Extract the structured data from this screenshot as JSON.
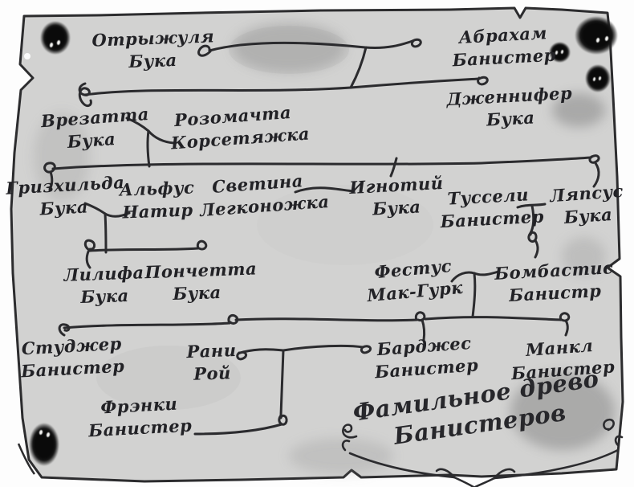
{
  "title": {
    "line1": "Фамильное древо",
    "line2": "Банистеров"
  },
  "people": [
    {
      "line1": "Отрыжуля",
      "line2": "Бука"
    },
    {
      "line1": "Абрахам",
      "line2": "Банистер"
    },
    {
      "line1": "Дженнифер",
      "line2": "Бука"
    },
    {
      "line1": "Врезатта",
      "line2": "Бука"
    },
    {
      "line1": "Розомачта",
      "line2": "Корсетяжка"
    },
    {
      "line1": "Гризхильда",
      "line2": "Бука"
    },
    {
      "line1": "Альфус",
      "line2": "Натир"
    },
    {
      "line1": "Светина",
      "line2": "Легконожка"
    },
    {
      "line1": "Игнотий",
      "line2": "Бука"
    },
    {
      "line1": "Туссели",
      "line2": "Банистер"
    },
    {
      "line1": "Ляпсус",
      "line2": "Бука"
    },
    {
      "line1": "Лилифа",
      "line2": "Бука"
    },
    {
      "line1": "Пончетта",
      "line2": "Бука"
    },
    {
      "line1": "Фестус",
      "line2": "Мак-Гурк"
    },
    {
      "line1": "Бомбастис",
      "line2": "Банистр"
    },
    {
      "line1": "Студжер",
      "line2": "Банистер"
    },
    {
      "line1": "Рани",
      "line2": "Рой"
    },
    {
      "line1": "Барджес",
      "line2": "Банистер"
    },
    {
      "line1": "Манкл",
      "line2": "Банистер"
    },
    {
      "line1": "Фрэнки",
      "line2": "Банистер"
    }
  ],
  "connections": [
    {
      "a": "Отрыжуля Бука",
      "b": "Абрахам Банистер"
    },
    {
      "a": "Врезатта Бука",
      "b": "Розомачта Корсетяжка"
    },
    {
      "a": "Гризхильда Бука",
      "b": "Альфус Натир"
    },
    {
      "a": "Светина Легконожка",
      "b": "Игнотий Бука"
    },
    {
      "a": "Туссели Банистер",
      "b": "Бомбастис Банистр"
    },
    {
      "a": "Фестус Мак-Гурк",
      "b": "Бомбастис Банистр"
    },
    {
      "a": "Рани Рой",
      "b": "Барджес Банистер"
    },
    {
      "parents": "Гризхильда Бука + Альфус Натир",
      "children": "Лилифа Бука, Пончетта Бука"
    },
    {
      "parents": "Рани Рой + Барджес Банистер",
      "children": "Фрэнки Банистер"
    }
  ],
  "decorations": {
    "ink_blot_creatures": 5,
    "style": "hand-drawn family tree on torn grey parchment with ink-blot creatures with eyes",
    "flourish": "calligraphic swirls under the title"
  },
  "colors": {
    "paper": "#d2d2d1",
    "ink": "#2b2b2e",
    "background": "#fdfdfd",
    "blot": "#0a0a0a"
  }
}
